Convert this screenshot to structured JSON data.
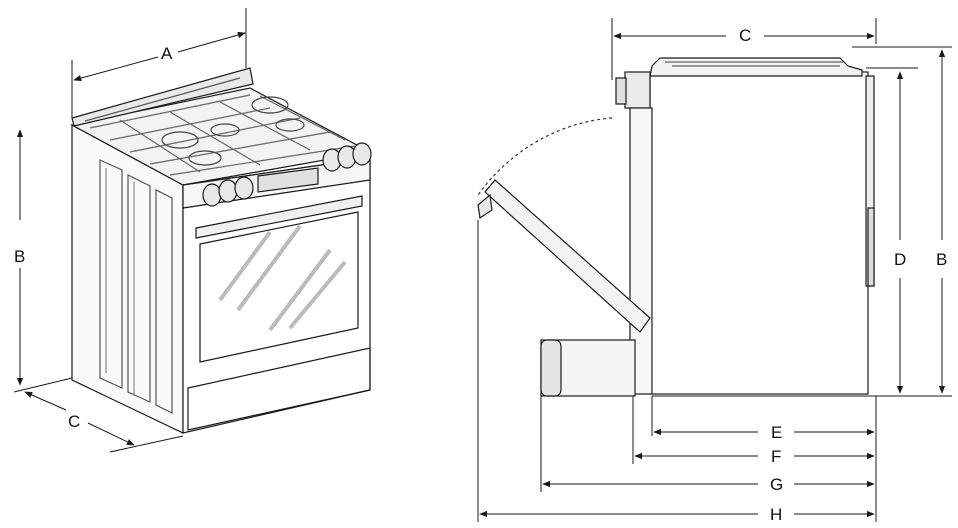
{
  "labels": {
    "left_A": "A",
    "left_B": "B",
    "left_C": "C",
    "right_C": "C",
    "right_B": "B",
    "right_D": "D",
    "right_E": "E",
    "right_F": "F",
    "right_G": "G",
    "right_H": "H"
  },
  "colors": {
    "line": "#1a1a1a",
    "shade": "#9a9a9a"
  }
}
